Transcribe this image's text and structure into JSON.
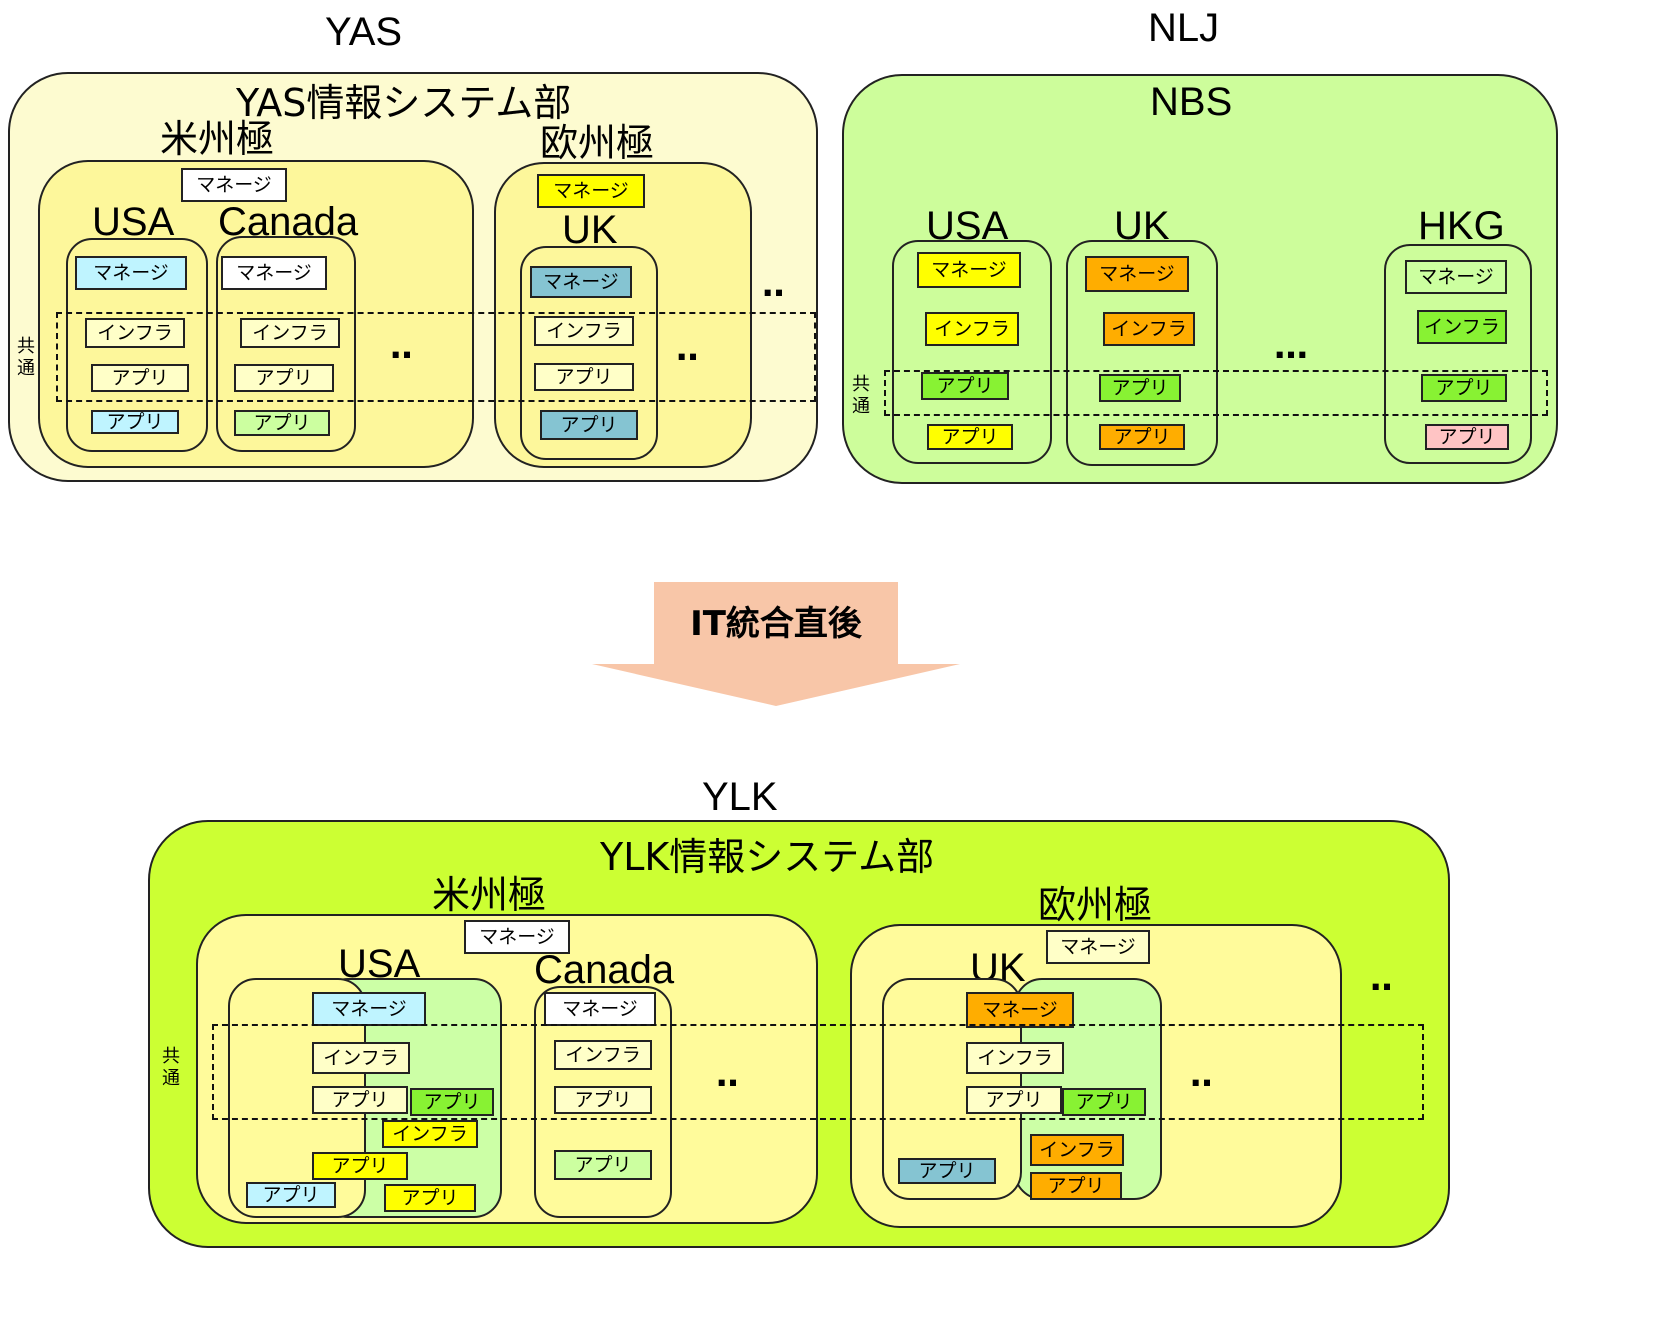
{
  "colors": {
    "yas_bg": "#fdfbd0",
    "yas_region": "#fdf79b",
    "nbs_bg": "#cdfd9b",
    "ylk_bg": "#ccff33",
    "region": "#fffb9b",
    "pale_green": "#ccffa6",
    "arrow": "#f8c6a8",
    "cyan": "#bff4ff",
    "teal": "#85c4d2",
    "yellow": "#ffff00",
    "orange": "#ffad00",
    "green": "#88f233",
    "pink": "#ffc4c4",
    "light_green": "#ccffa0",
    "white": "#ffffff",
    "cream": "#ffffc8"
  },
  "common_label": "共通",
  "top": {
    "yas": {
      "company": "YAS",
      "dept": "YAS情報システム部",
      "americas": {
        "title": "米州極",
        "manager": "マネージ",
        "usa": {
          "name": "USA",
          "manager": "マネージ",
          "infra": "インフラ",
          "app1": "アプリ",
          "app2": "アプリ"
        },
        "canada": {
          "name": "Canada",
          "manager": "マネージ",
          "infra": "インフラ",
          "app1": "アプリ",
          "app2": "アプリ"
        },
        "more": "‥"
      },
      "europe": {
        "title": "欧州極",
        "manager": "マネージ",
        "uk": {
          "name": "UK",
          "manager": "マネージ",
          "infra": "インフラ",
          "app1": "アプリ",
          "app2": "アプリ"
        },
        "more": "‥"
      },
      "more": "‥"
    },
    "nlj": {
      "company": "NLJ",
      "dept": "NBS",
      "usa": {
        "name": "USA",
        "manager": "マネージ",
        "infra": "インフラ",
        "app1": "アプリ",
        "app2": "アプリ"
      },
      "uk": {
        "name": "UK",
        "manager": "マネージ",
        "infra": "インフラ",
        "app1": "アプリ",
        "app2": "アプリ"
      },
      "hkg": {
        "name": "HKG",
        "manager": "マネージ",
        "infra": "インフラ",
        "app1": "アプリ",
        "app2": "アプリ"
      },
      "more": "…"
    }
  },
  "arrow": {
    "label": "IT統合直後"
  },
  "bottom": {
    "company": "YLK",
    "dept": "YLK情報システム部",
    "americas": {
      "title": "米州極",
      "manager": "マネージ",
      "usa": {
        "name": "USA",
        "manager": "マネージ",
        "infra": "インフラ",
        "app": "アプリ",
        "app_green": "アプリ",
        "infra_nlj": "インフラ",
        "app_yellow": "アプリ",
        "app_cyan": "アプリ",
        "app_nlj": "アプリ"
      },
      "canada": {
        "name": "Canada",
        "manager": "マネージ",
        "infra": "インフラ",
        "app1": "アプリ",
        "app2": "アプリ"
      },
      "more": "‥"
    },
    "europe": {
      "title": "欧州極",
      "manager": "マネージ",
      "uk": {
        "name": "UK",
        "manager": "マネージ",
        "infra": "インフラ",
        "app": "アプリ",
        "app_green": "アプリ",
        "app_teal": "アプリ",
        "infra_nlj": "インフラ",
        "app_nlj": "アプリ"
      },
      "more": "‥"
    },
    "more": "‥"
  }
}
